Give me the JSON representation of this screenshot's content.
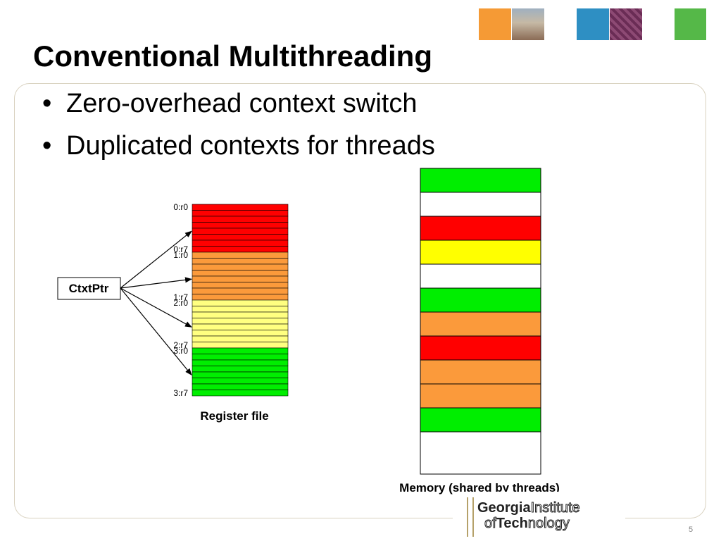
{
  "slide": {
    "title": "Conventional Multithreading",
    "bullets": [
      "Zero-overhead context switch",
      "Duplicated contexts for threads"
    ],
    "bullet_symbol": "•",
    "slide_number": "5"
  },
  "diagram": {
    "ctxtptr_label": "CtxtPtr",
    "register_file_caption": "Register file",
    "memory_caption": "Memory (shared by threads)",
    "thread_colors": [
      "#ff0000",
      "#fb9a3b",
      "#ffff80",
      "#00ee00"
    ],
    "registers_per_thread": 8,
    "register_labels": [
      {
        "text": "0:r0",
        "register_index": 0
      },
      {
        "text": "0:r7",
        "register_index": 7
      },
      {
        "text": "1:r0",
        "register_index": 8
      },
      {
        "text": "1:r7",
        "register_index": 15
      },
      {
        "text": "2:r0",
        "register_index": 16
      },
      {
        "text": "2:r7",
        "register_index": 23
      },
      {
        "text": "3:r0",
        "register_index": 24
      },
      {
        "text": "3:r7",
        "register_index": 31
      }
    ],
    "memory_blocks": [
      "#00ee00",
      "#ffffff",
      "#ff0000",
      "#ffff00",
      "#ffffff",
      "#00ee00",
      "#fb9a3b",
      "#ff0000",
      "#fb9a3b",
      "#fb9a3b",
      "#00ee00"
    ]
  },
  "logo": {
    "line1_bold": "Georgia",
    "line1_outline": "Institute",
    "line2_outline": "of",
    "line2_bold": "Tech",
    "line2_outline_end": "nology"
  },
  "colors": {
    "frame": "#d9d2c0",
    "arrows": "#000000"
  }
}
